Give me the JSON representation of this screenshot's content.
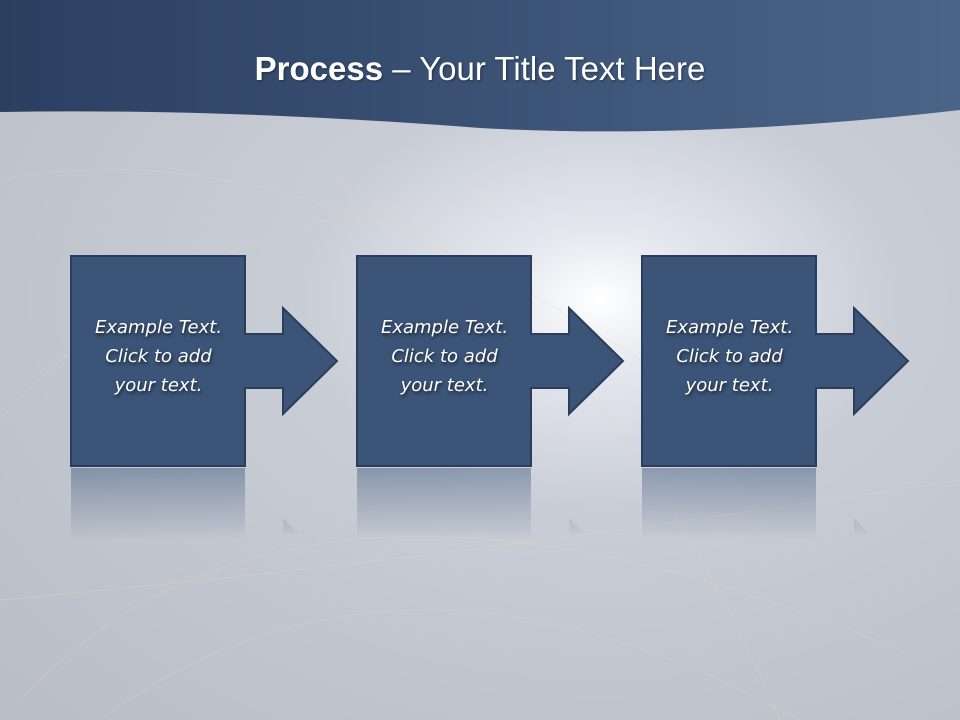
{
  "title": {
    "bold": "Process",
    "rest": " – Your Title Text Here"
  },
  "steps": [
    {
      "lines": [
        "Example Text.",
        "Click  to add",
        "your text."
      ]
    },
    {
      "lines": [
        "Example Text.",
        "Click  to add",
        "your text."
      ]
    },
    {
      "lines": [
        "Example Text.",
        "Click  to add",
        "your text."
      ]
    }
  ],
  "colors": {
    "header": "#2e4468",
    "shape": "#3b5477",
    "shape_border": "#2a3d5c"
  }
}
